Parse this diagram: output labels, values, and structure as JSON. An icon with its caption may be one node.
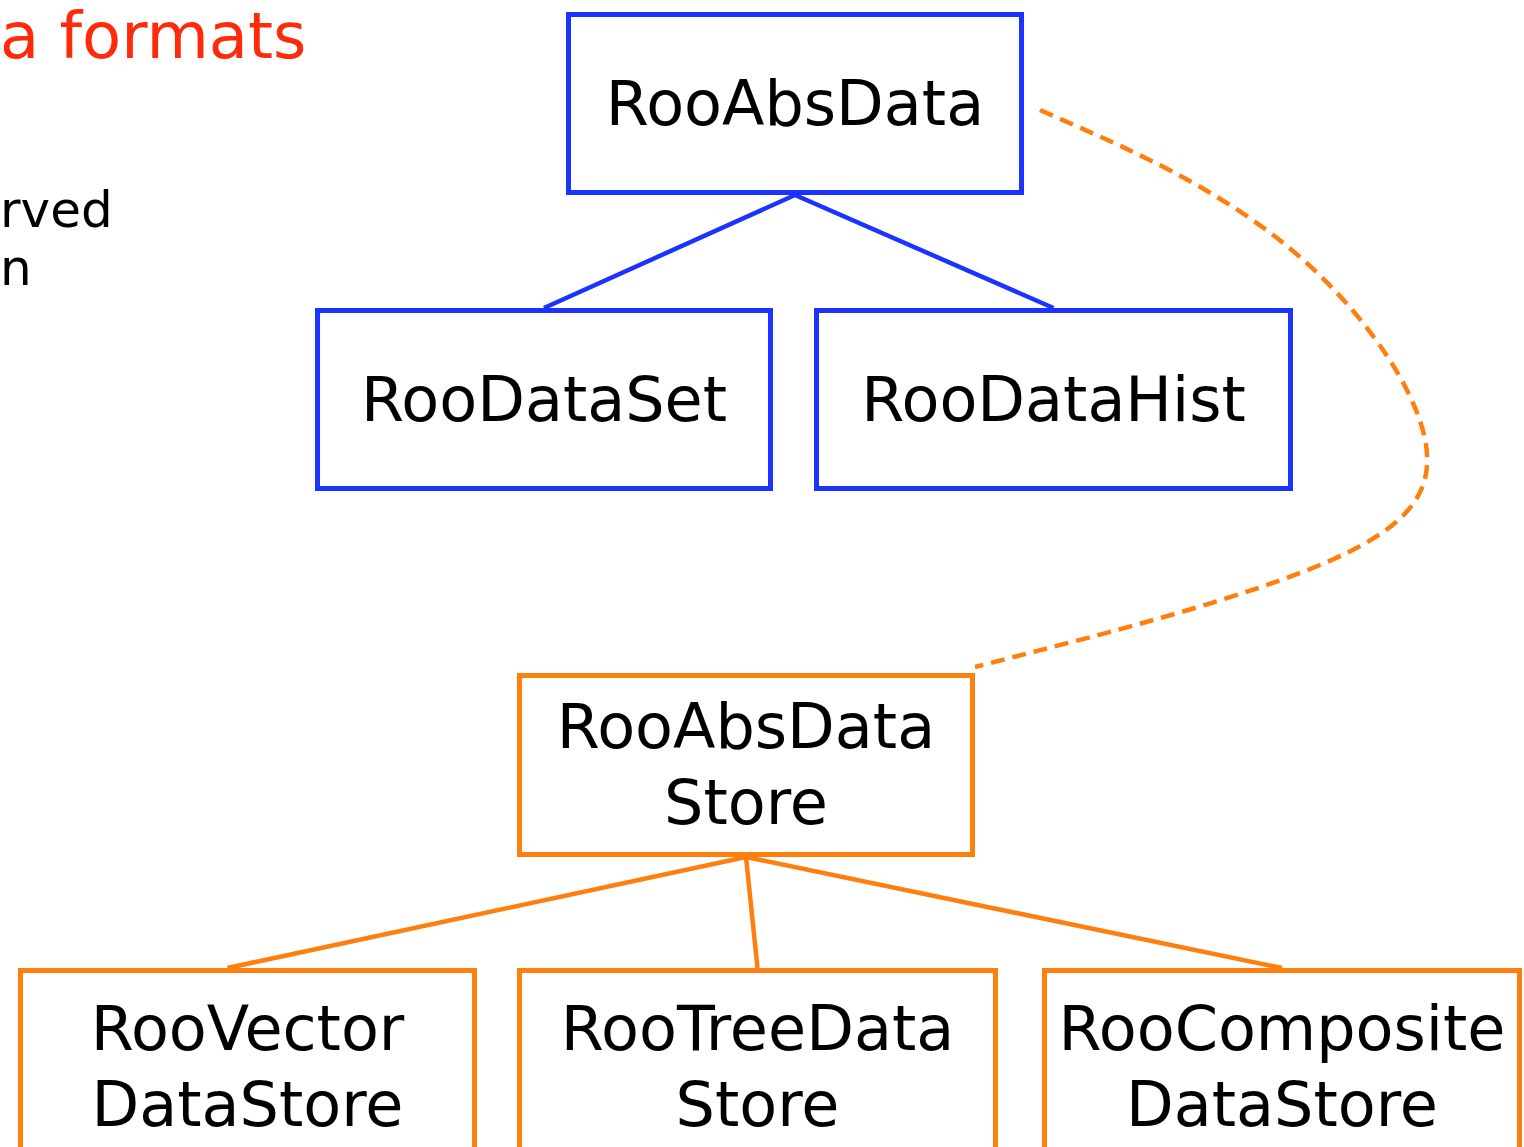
{
  "diagram": {
    "nodes": [
      {
        "text": [
          "RooAbsData"
        ]
      },
      {
        "text": [
          "RooDataSet"
        ]
      },
      {
        "text": [
          "RooDataHist"
        ]
      },
      {
        "text": [
          "RooAbsData Store"
        ]
      },
      {
        "text": [
          "RooVector DataStore"
        ]
      },
      {
        "text": [
          "RooTreeData Store"
        ]
      },
      {
        "text": [
          "RooCompositeDataStore"
        ]
      }
    ],
    "edges": [
      {
        "from": 0,
        "to": 1,
        "arrow": "none",
        "color": "#1a33ff"
      },
      {
        "from": 0,
        "to": 2,
        "arrow": "none",
        "color": "#1a33ff"
      },
      {
        "from": 0,
        "to": 3,
        "arrow": "none",
        "style": "dashed"
      },
      {
        "from": 3,
        "to": 4,
        "arrow": "none"
      },
      {
        "from": 3,
        "to": 5,
        "arrow": "none"
      },
      {
        "from": 3,
        "to": 6,
        "arrow": "none"
      }
    ],
    "labels": [
      "a formats",
      "rved",
      "n"
    ]
  }
}
